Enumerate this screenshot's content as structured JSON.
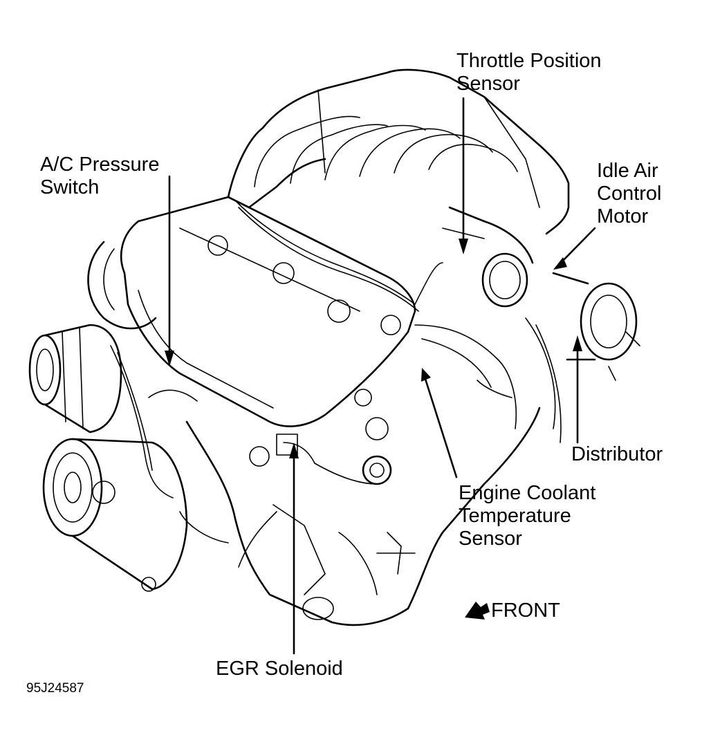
{
  "labels": {
    "throttle_position_sensor": [
      "Throttle Position",
      "Sensor"
    ],
    "ac_pressure_switch": [
      "A/C Pressure",
      "Switch"
    ],
    "idle_air_control_motor": [
      "Idle Air",
      "Control",
      "Motor"
    ],
    "distributor": [
      "Distributor"
    ],
    "engine_coolant_temperature_sensor": [
      "Engine Coolant",
      "Temperature",
      "Sensor"
    ],
    "egr_solenoid": [
      "EGR Solenoid"
    ],
    "front": "FRONT"
  },
  "figure_code": "95J24587"
}
